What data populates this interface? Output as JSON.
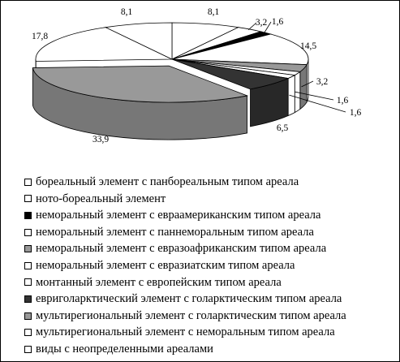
{
  "chart_data": {
    "type": "pie",
    "style": "3d-exploded",
    "slices": [
      {
        "label": "бореальный элемент с панбореальным типом ареала",
        "value": 8.1,
        "value_label": "8,1",
        "color": "#ffffff"
      },
      {
        "label": "ното-бореальный элемент",
        "value": 3.2,
        "value_label": "3,2",
        "color": "#ffffff"
      },
      {
        "label": "неморальный элемент с евраамериканским типом ареала",
        "value": 1.6,
        "value_label": "1,6",
        "color": "#000000"
      },
      {
        "label": "неморальный элемент с паннеморальным типом ареала",
        "value": 14.5,
        "value_label": "14,5",
        "color": "#ffffff"
      },
      {
        "label": "неморальный элемент с евразоафриканским типом ареала",
        "value": 3.2,
        "value_label": "3,2",
        "color": "#999999"
      },
      {
        "label": "неморальный элемент с евразиатским типом ареала",
        "value": 1.6,
        "value_label": "1,6",
        "color": "#ffffff"
      },
      {
        "label": "монтанный элемент с европейским типом ареала",
        "value": 1.6,
        "value_label": "1,6",
        "color": "#ffffff"
      },
      {
        "label": "евриголарктический элемент с голарктическим типом ареала",
        "value": 6.5,
        "value_label": "6,5",
        "color": "#333333"
      },
      {
        "label": "мультирегиональный элемент с голарктическим типом ареала",
        "value": 33.9,
        "value_label": "33,9",
        "color": "#999999"
      },
      {
        "label": "мультирегиональный элемент с неморальным типом ареала",
        "value": 17.8,
        "value_label": "17,8",
        "color": "#ffffff"
      },
      {
        "label": "виды с неопределенными ареалами",
        "value": 8.1,
        "value_label": "8,1",
        "color": "#ffffff"
      }
    ],
    "legend_position": "bottom"
  }
}
